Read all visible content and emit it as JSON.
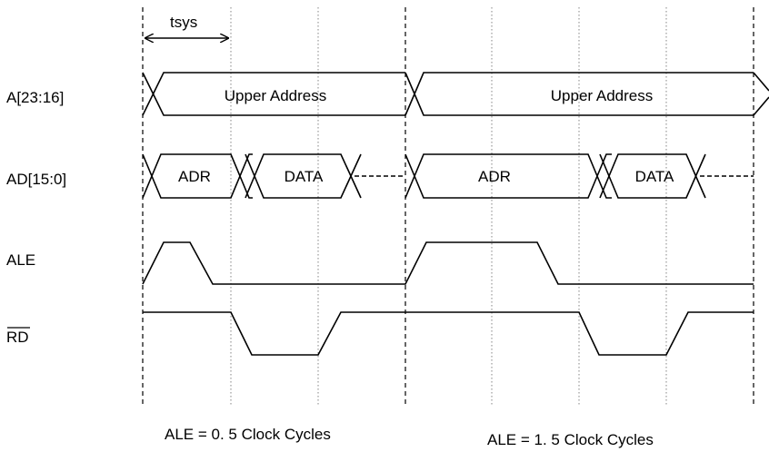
{
  "annotation": {
    "tsys": "tsys"
  },
  "signals": {
    "a": "A[23:16]",
    "ad": "AD[15:0]",
    "ale": "ALE",
    "rd": "RD"
  },
  "cells": {
    "upper_address_1": "Upper Address",
    "upper_address_2": "Upper Address",
    "adr_1": "ADR",
    "data_1": "DATA",
    "adr_2": "ADR",
    "data_2": "DATA"
  },
  "captions": {
    "left": "ALE = 0. 5 Clock Cycles",
    "right": "ALE = 1. 5 Clock Cycles"
  }
}
